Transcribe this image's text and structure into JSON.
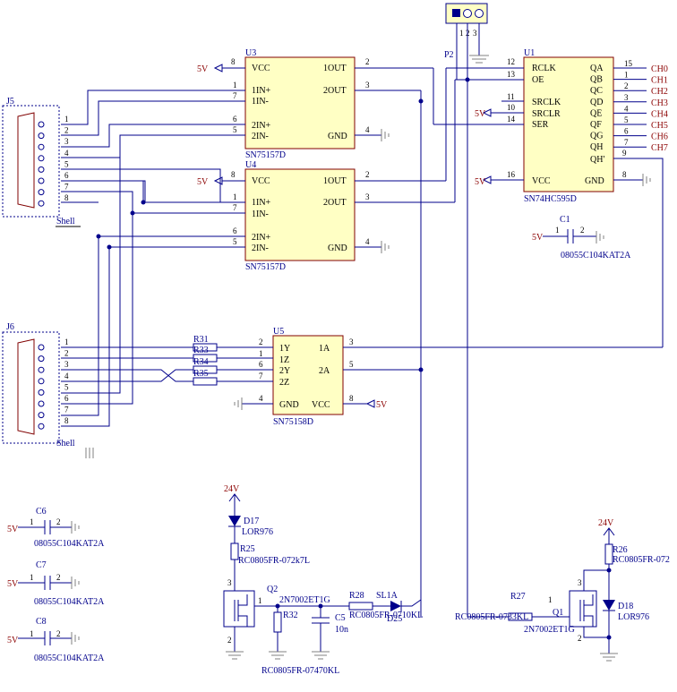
{
  "u3": {
    "ref": "U3",
    "part": "SN75157D",
    "p_vcc": "8",
    "vcc": "VCC",
    "p_in1p": "1",
    "in1p": "1IN+",
    "p_in1m": "7",
    "in1m": "1IN-",
    "p_in2p": "6",
    "in2p": "2IN+",
    "p_in2m": "5",
    "in2m": "2IN-",
    "out1": "1OUT",
    "p_out1": "2",
    "out2": "2OUT",
    "p_out2": "3",
    "gnd": "GND",
    "p_gnd": "4"
  },
  "u4": {
    "ref": "U4",
    "part": "SN75157D",
    "p_vcc": "8",
    "vcc": "VCC",
    "p_in1p": "1",
    "in1p": "1IN+",
    "p_in1m": "7",
    "in1m": "1IN-",
    "p_in2p": "6",
    "in2p": "2IN+",
    "p_in2m": "5",
    "in2m": "2IN-",
    "out1": "1OUT",
    "p_out1": "2",
    "out2": "2OUT",
    "p_out2": "3",
    "gnd": "GND",
    "p_gnd": "4"
  },
  "u5": {
    "ref": "U5",
    "part": "SN75158D",
    "p_1y": "2",
    "y1": "1Y",
    "p_1z": "1",
    "z1": "1Z",
    "p_2y": "6",
    "y2": "2Y",
    "p_2z": "7",
    "z2": "2Z",
    "gnd": "GND",
    "p_gnd": "4",
    "vcc": "VCC",
    "p_vcc": "8",
    "a1": "1A",
    "p_a1": "3",
    "a2": "2A",
    "p_a2": "5"
  },
  "u1": {
    "ref": "U1",
    "part": "SN74HC595D",
    "p_rclk": "12",
    "rclk": "RCLK",
    "p_oe": "13",
    "oe": "OE",
    "p_srclk": "11",
    "srclk": "SRCLK",
    "p_srclr": "10",
    "srclr": "SRCLR",
    "p_ser": "14",
    "ser": "SER",
    "p_vcc": "16",
    "vcc": "VCC",
    "gnd": "GND",
    "p_gnd": "8",
    "outs": [
      {
        "name": "QA",
        "pin": "15",
        "net": "CH0"
      },
      {
        "name": "QB",
        "pin": "1",
        "net": "CH1"
      },
      {
        "name": "QC",
        "pin": "2",
        "net": "CH2"
      },
      {
        "name": "QD",
        "pin": "3",
        "net": "CH3"
      },
      {
        "name": "QE",
        "pin": "4",
        "net": "CH4"
      },
      {
        "name": "QF",
        "pin": "5",
        "net": "CH5"
      },
      {
        "name": "QG",
        "pin": "6",
        "net": "CH6"
      },
      {
        "name": "QH",
        "pin": "7",
        "net": "CH7"
      }
    ],
    "qhp": "QH'",
    "p_qhp": "9"
  },
  "p2": {
    "ref": "P2",
    "pins": [
      "1",
      "2",
      "3"
    ]
  },
  "j5": {
    "ref": "J5",
    "shell": "Shell",
    "pins": [
      "1",
      "2",
      "3",
      "4",
      "5",
      "6",
      "7",
      "8"
    ]
  },
  "j6": {
    "ref": "J6",
    "shell": "Shell",
    "pins": [
      "1",
      "2",
      "3",
      "4",
      "5",
      "6",
      "7",
      "8"
    ]
  },
  "resistors": {
    "r31": "R31",
    "r33": "R33",
    "r34": "R34",
    "r35": "R35",
    "r25": "R25",
    "r25_val": "RC0805FR-072k7L",
    "r32": "R32",
    "r32_val": "RC0805FR-07470KL",
    "r28": "R28",
    "r28_val": "RC0805FR-0710KL",
    "r27": "R27",
    "r27_val": "RC0805FR-0733KL",
    "r26": "R26",
    "r26_val": "RC0805FR-072"
  },
  "caps": {
    "c1": "C1",
    "c1_val": "08055C104KAT2A",
    "c5": "C5",
    "c5_val": "10n",
    "c6": "C6",
    "c6_val": "08055C104KAT2A",
    "c7": "C7",
    "c7_val": "08055C104KAT2A",
    "c8": "C8",
    "c8_val": "08055C104KAT2A",
    "p1": "1",
    "p2": "2"
  },
  "diodes": {
    "d17": "D17",
    "d17_val": "LOR976",
    "d18": "D18",
    "d18_val": "LOR976",
    "d25": "D25",
    "sl1a": "SL1A"
  },
  "fets": {
    "q2": "Q2",
    "q2_val": "2N7002ET1G",
    "q1": "Q1",
    "q1_val": "2N7002ET1G",
    "p1": "1",
    "p2": "2",
    "p3": "3"
  },
  "power": {
    "v5": "5V",
    "v24": "24V"
  }
}
